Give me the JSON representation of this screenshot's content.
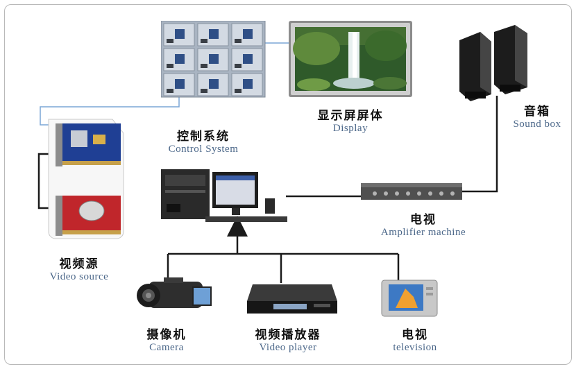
{
  "colors": {
    "frame_border": "#b9b9b9",
    "cable_dark": "#1a1a1a",
    "cable_blue": "#7aa6d6",
    "english_label": "#4a6688"
  },
  "nodes": {
    "video_wall": {
      "icon": "video-wall-icon"
    },
    "display": {
      "label_cn": "显示屏屏体",
      "label_en": "Display",
      "icon": "waterfall-display-icon"
    },
    "sound_box": {
      "label_cn": "音箱",
      "label_en": "Sound box",
      "icon": "speaker-icon"
    },
    "control_system": {
      "label_cn": "控制系统",
      "label_en": "Control  System",
      "icon": "desktop-computer-icon"
    },
    "video_source": {
      "label_cn": "视频源",
      "label_en": "Video source",
      "icon": "graphics-card-icon"
    },
    "amplifier": {
      "label_cn": "电视",
      "label_en": "Amplifier machine",
      "icon": "amplifier-icon"
    },
    "camera": {
      "label_cn": "摄像机",
      "label_en": "Camera",
      "icon": "camcorder-icon"
    },
    "video_player": {
      "label_cn": "视频播放器",
      "label_en": "Video player",
      "icon": "video-player-icon"
    },
    "television": {
      "label_cn": "电视",
      "label_en": "television",
      "icon": "television-icon"
    }
  }
}
